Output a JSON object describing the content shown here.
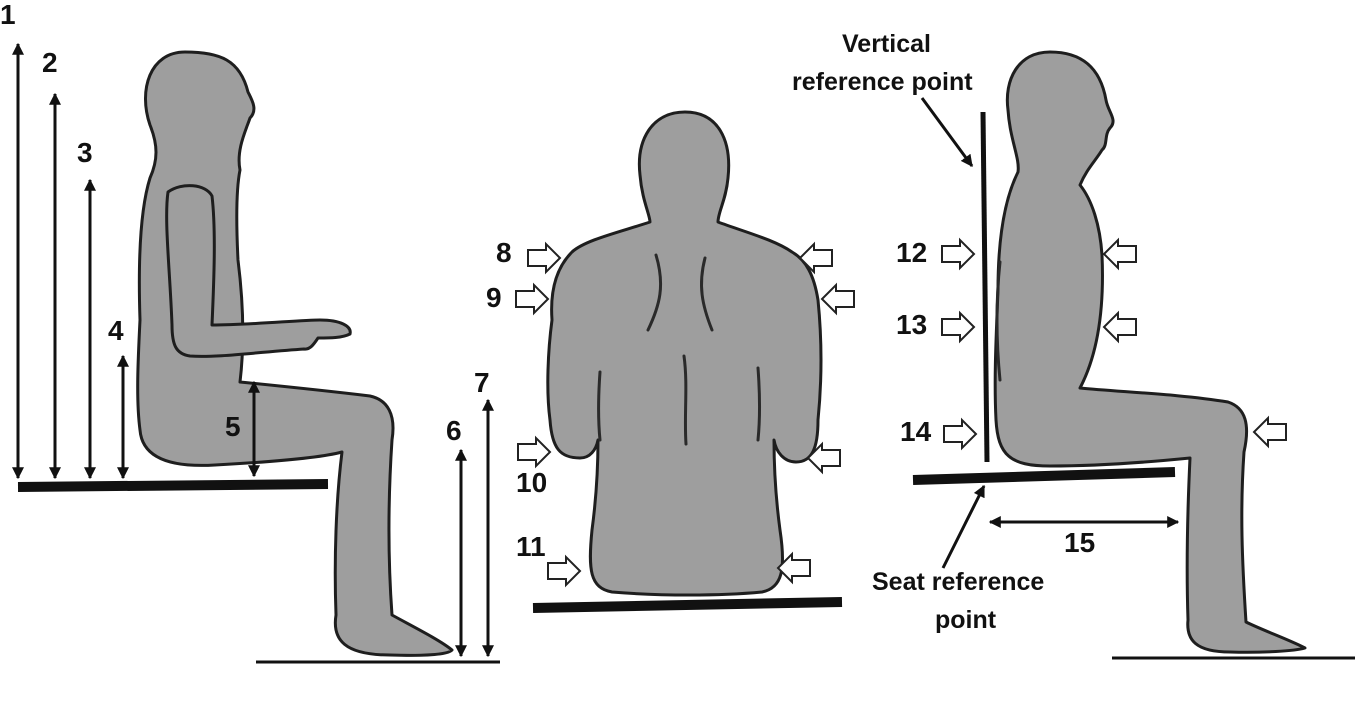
{
  "measurement_labels": {
    "m1": "1",
    "m2": "2",
    "m3": "3",
    "m4": "4",
    "m5": "5",
    "m6": "6",
    "m7": "7",
    "m8": "8",
    "m9": "9",
    "m10": "10",
    "m11": "11",
    "m12": "12",
    "m13": "13",
    "m14": "14",
    "m15": "15"
  },
  "annotations": {
    "vertical_ref_line1": "Vertical",
    "vertical_ref_line2": "reference point",
    "seat_ref_line1": "Seat reference",
    "seat_ref_line2": "point"
  },
  "colors": {
    "body_fill": "#9e9e9e",
    "outline": "#1e1e1e",
    "ink": "#111111",
    "background": "#ffffff"
  }
}
